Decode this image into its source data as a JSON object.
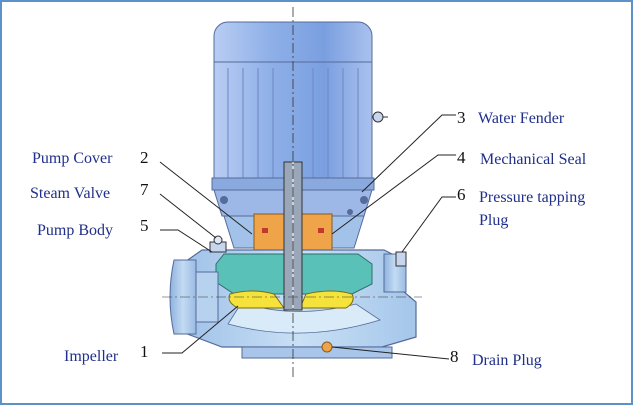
{
  "labels": {
    "water_fender": "Water Fender",
    "mechanical_seal": "Mechanical Seal",
    "pump_cover": "Pump Cover",
    "steam_valve": "Steam Valve",
    "pump_body": "Pump Body",
    "pressure_tapping_line1": "Pressure tapping",
    "pressure_tapping_line2": "Plug",
    "impeller": "Impeller",
    "drain_plug": "Drain Plug"
  },
  "numbers": {
    "impeller": "1",
    "pump_cover": "2",
    "water_fender": "3",
    "mechanical_seal": "4",
    "pump_body": "5",
    "pressure_tapping": "6",
    "steam_valve": "7",
    "drain_plug": "8"
  },
  "colors": {
    "frame_border": "#5b93c9",
    "label_text": "#1f2f8a",
    "motor_blue": "#8fb0e8",
    "casing_blue": "#b9d6f2",
    "seal_orange": "#f0a44a",
    "impeller_yellow": "#f5e23a",
    "cavity_teal": "#4fb8b0"
  }
}
